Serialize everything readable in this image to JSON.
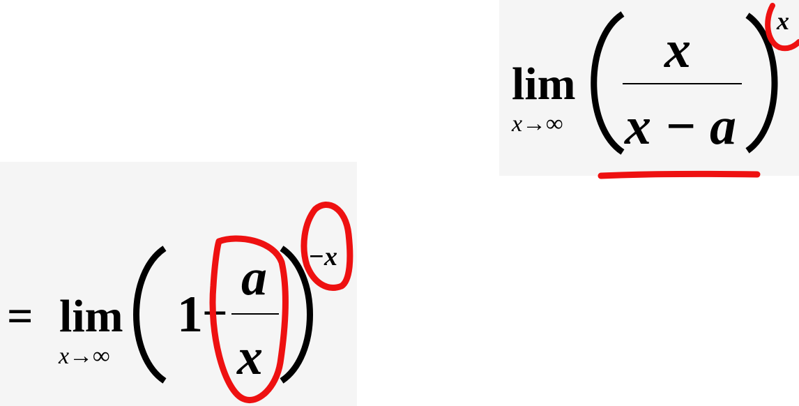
{
  "expression_1": {
    "lim_label": "lim",
    "subscript": "x→∞",
    "numerator": "x",
    "denominator": "x − a",
    "exponent": "x"
  },
  "expression_2": {
    "equals": "=",
    "lim_label": "lim",
    "subscript": "x→∞",
    "one": "1",
    "minus": "−",
    "numerator": "a",
    "denominator": "x",
    "exponent": "−x"
  },
  "colors": {
    "ink": "#000000",
    "annotation": "#ee1111",
    "panel_shade": "#f5f5f5"
  }
}
